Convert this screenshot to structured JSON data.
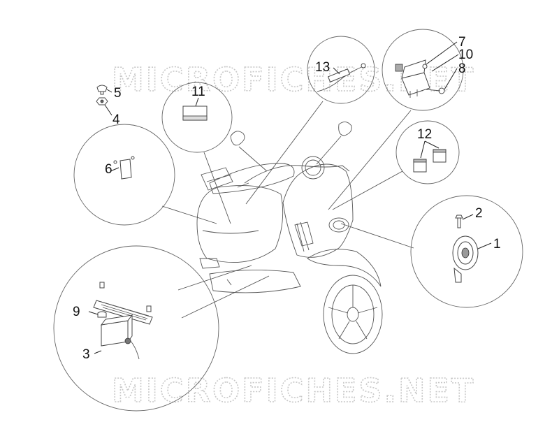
{
  "watermark": {
    "top": "MICROFICHES.NET",
    "bottom": "MICROFICHES.NET"
  },
  "callouts": {
    "c1": "1",
    "c2": "2",
    "c3": "3",
    "c4": "4",
    "c5": "5",
    "c6": "6",
    "c7": "7",
    "c8": "8",
    "c9": "9",
    "c10": "10",
    "c11": "11",
    "c12": "12",
    "c13": "13"
  },
  "colors": {
    "line": "#555555",
    "watermark": "#c8c8c8",
    "text": "#111111"
  }
}
